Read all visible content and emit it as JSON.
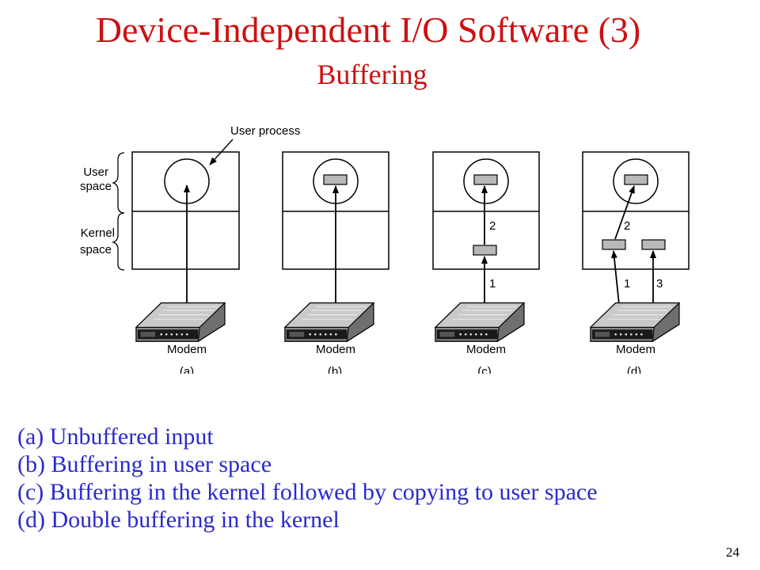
{
  "slide": {
    "title": "Device-Independent I/O Software (3)",
    "subtitle": "Buffering",
    "page_number": "24",
    "colors": {
      "title": "#cc1111",
      "body": "#2a2acc",
      "diagram_line": "#000000",
      "buffer_fill": "#b8b8b8"
    }
  },
  "diagram": {
    "user_process_label": "User process",
    "user_space_label": [
      "User",
      "space"
    ],
    "kernel_space_label": [
      "Kernel",
      "space"
    ],
    "panels": [
      {
        "id": "a",
        "device": "Modem",
        "tag": "(a)",
        "step_labels": []
      },
      {
        "id": "b",
        "device": "Modem",
        "tag": "(b)",
        "step_labels": []
      },
      {
        "id": "c",
        "device": "Modem",
        "tag": "(c)",
        "step_labels": [
          "2",
          "1"
        ]
      },
      {
        "id": "d",
        "device": "Modem",
        "tag": "(d)",
        "step_labels": [
          "2",
          "1",
          "3"
        ]
      }
    ]
  },
  "captions": [
    "(a) Unbuffered input",
    "(b) Buffering in user space",
    "(c) Buffering in the kernel followed by copying to user space",
    "(d) Double buffering in the kernel"
  ]
}
